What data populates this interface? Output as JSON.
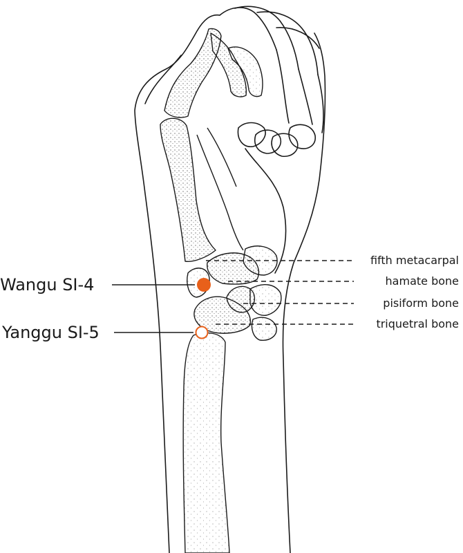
{
  "points": [
    {
      "name": "Wangu SI-4",
      "style": "filled"
    },
    {
      "name": "Yanggu SI-5",
      "style": "hollow"
    }
  ],
  "structures": [
    "fifth metacarpal",
    "hamate bone",
    "pisiform bone",
    "triquetral bone"
  ],
  "colors": {
    "point": "#e8601a",
    "line": "#1a1a1a",
    "bone_fill": "#eeeeee"
  }
}
